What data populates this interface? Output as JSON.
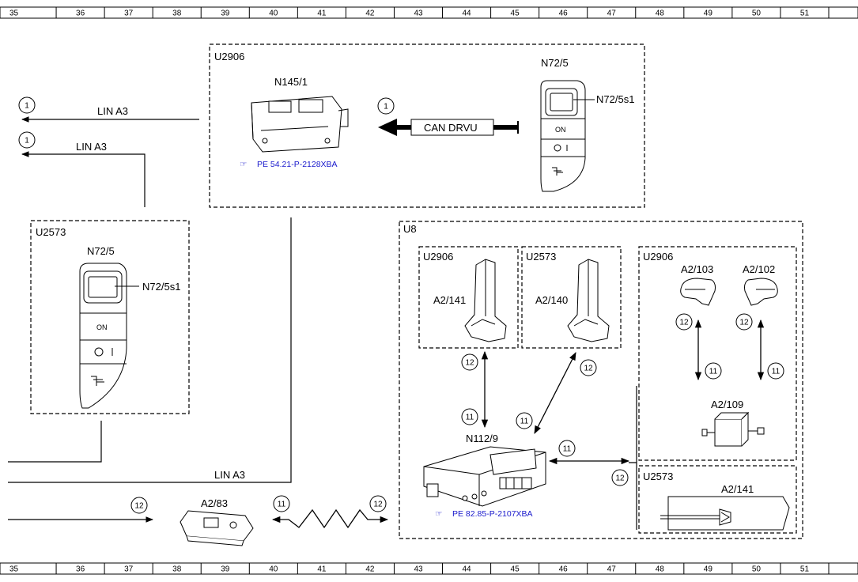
{
  "ruler": {
    "columns": [
      "35",
      "36",
      "37",
      "38",
      "39",
      "40",
      "41",
      "42",
      "43",
      "44",
      "45",
      "46",
      "47",
      "48",
      "49",
      "50",
      "51"
    ]
  },
  "boxes": {
    "u2906_top": "U2906",
    "u2573_left": "U2573",
    "u8": "U8",
    "u2906_inner": "U2906",
    "u2573_inner": "U2573",
    "u2906_right": "U2906",
    "u2573_right": "U2573"
  },
  "components": {
    "n145_1": "N145/1",
    "n72_5_top": "N72/5",
    "n72_5s1_top": "N72/5s1",
    "n72_5_left": "N72/5",
    "n72_5s1_left": "N72/5s1",
    "a2_141_inner": "A2/141",
    "a2_140": "A2/140",
    "a2_103": "A2/103",
    "a2_102": "A2/102",
    "a2_109": "A2/109",
    "a2_141_right": "A2/141",
    "n112_9": "N112/9",
    "a2_83": "A2/83"
  },
  "switch_labels": {
    "on": "ON"
  },
  "buses": {
    "lin_a3_1": "LIN A3",
    "lin_a3_2": "LIN A3",
    "lin_a3_3": "LIN A3",
    "can_drvu": "CAN DRVU"
  },
  "refs": {
    "pe_54": "PE 54.21-P-2128XBA",
    "pe_82": "PE 82.85-P-2107XBA"
  },
  "connectors": {
    "c1": "1",
    "c11": "11",
    "c12": "12"
  }
}
